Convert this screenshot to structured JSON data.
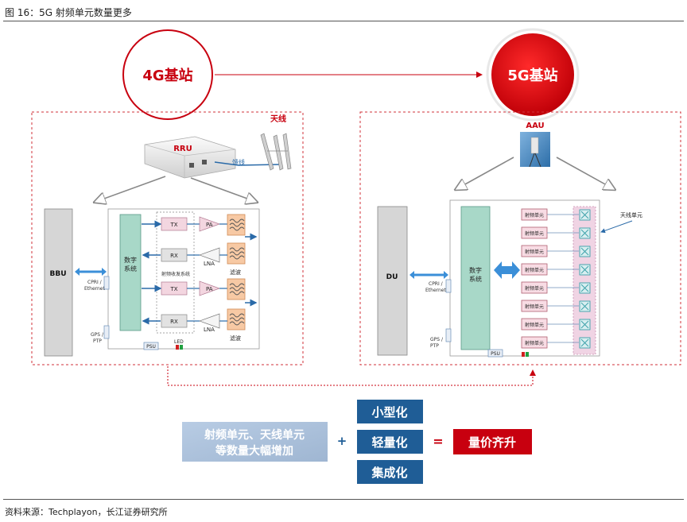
{
  "figure_title": "图 16：5G 射频单元数量更多",
  "source": "资料来源：Techplayon，长江证券研究所",
  "colors": {
    "brand_red": "#c8000f",
    "navy": "#1f5d96",
    "teal_box": "#a8d8c8",
    "arrow_blue": "#3b8fd8"
  },
  "left": {
    "circle_label": "4G基站",
    "antenna_label": "天线",
    "rru_label": "RRU",
    "feeder_label": "馈线",
    "bbu_label": "BBU",
    "cpri_label_1": "CPRI /",
    "cpri_label_2": "Ethernet",
    "gps_label_1": "GPS /",
    "gps_label_2": "PTP",
    "digital_label_1": "数字",
    "digital_label_2": "系统",
    "tx_label": "TX",
    "rx_label": "RX",
    "pa_label": "PA",
    "lna_label": "LNA",
    "transceiver_label": "射频收发系统",
    "filter_label": "滤波",
    "psu_label": "PSU",
    "led_label": "LED"
  },
  "right": {
    "circle_label": "5G基站",
    "aau_label": "AAU",
    "du_label": "DU",
    "cpri_label_1": "CPRI /",
    "cpri_label_2": "Ethernet",
    "gps_label_1": "GPS /",
    "gps_label_2": "PTP",
    "digital_label_1": "数字",
    "digital_label_2": "系统",
    "rf_unit_label": "射频单元",
    "antenna_unit_label": "天线单元",
    "psu_label": "PSU"
  },
  "summary": {
    "left_line_1": "射频单元、天线单元",
    "left_line_2": "等数量大幅增加",
    "plus": "+",
    "equals": "=",
    "trend_1": "小型化",
    "trend_2": "轻量化",
    "trend_3": "集成化",
    "result": "量价齐升"
  },
  "icons": {
    "antenna": "antenna-icon",
    "rru": "rru-device-icon",
    "aau": "aau-device-icon",
    "filter": "filter-wave-icon",
    "antenna_element": "antenna-element-x-icon"
  }
}
